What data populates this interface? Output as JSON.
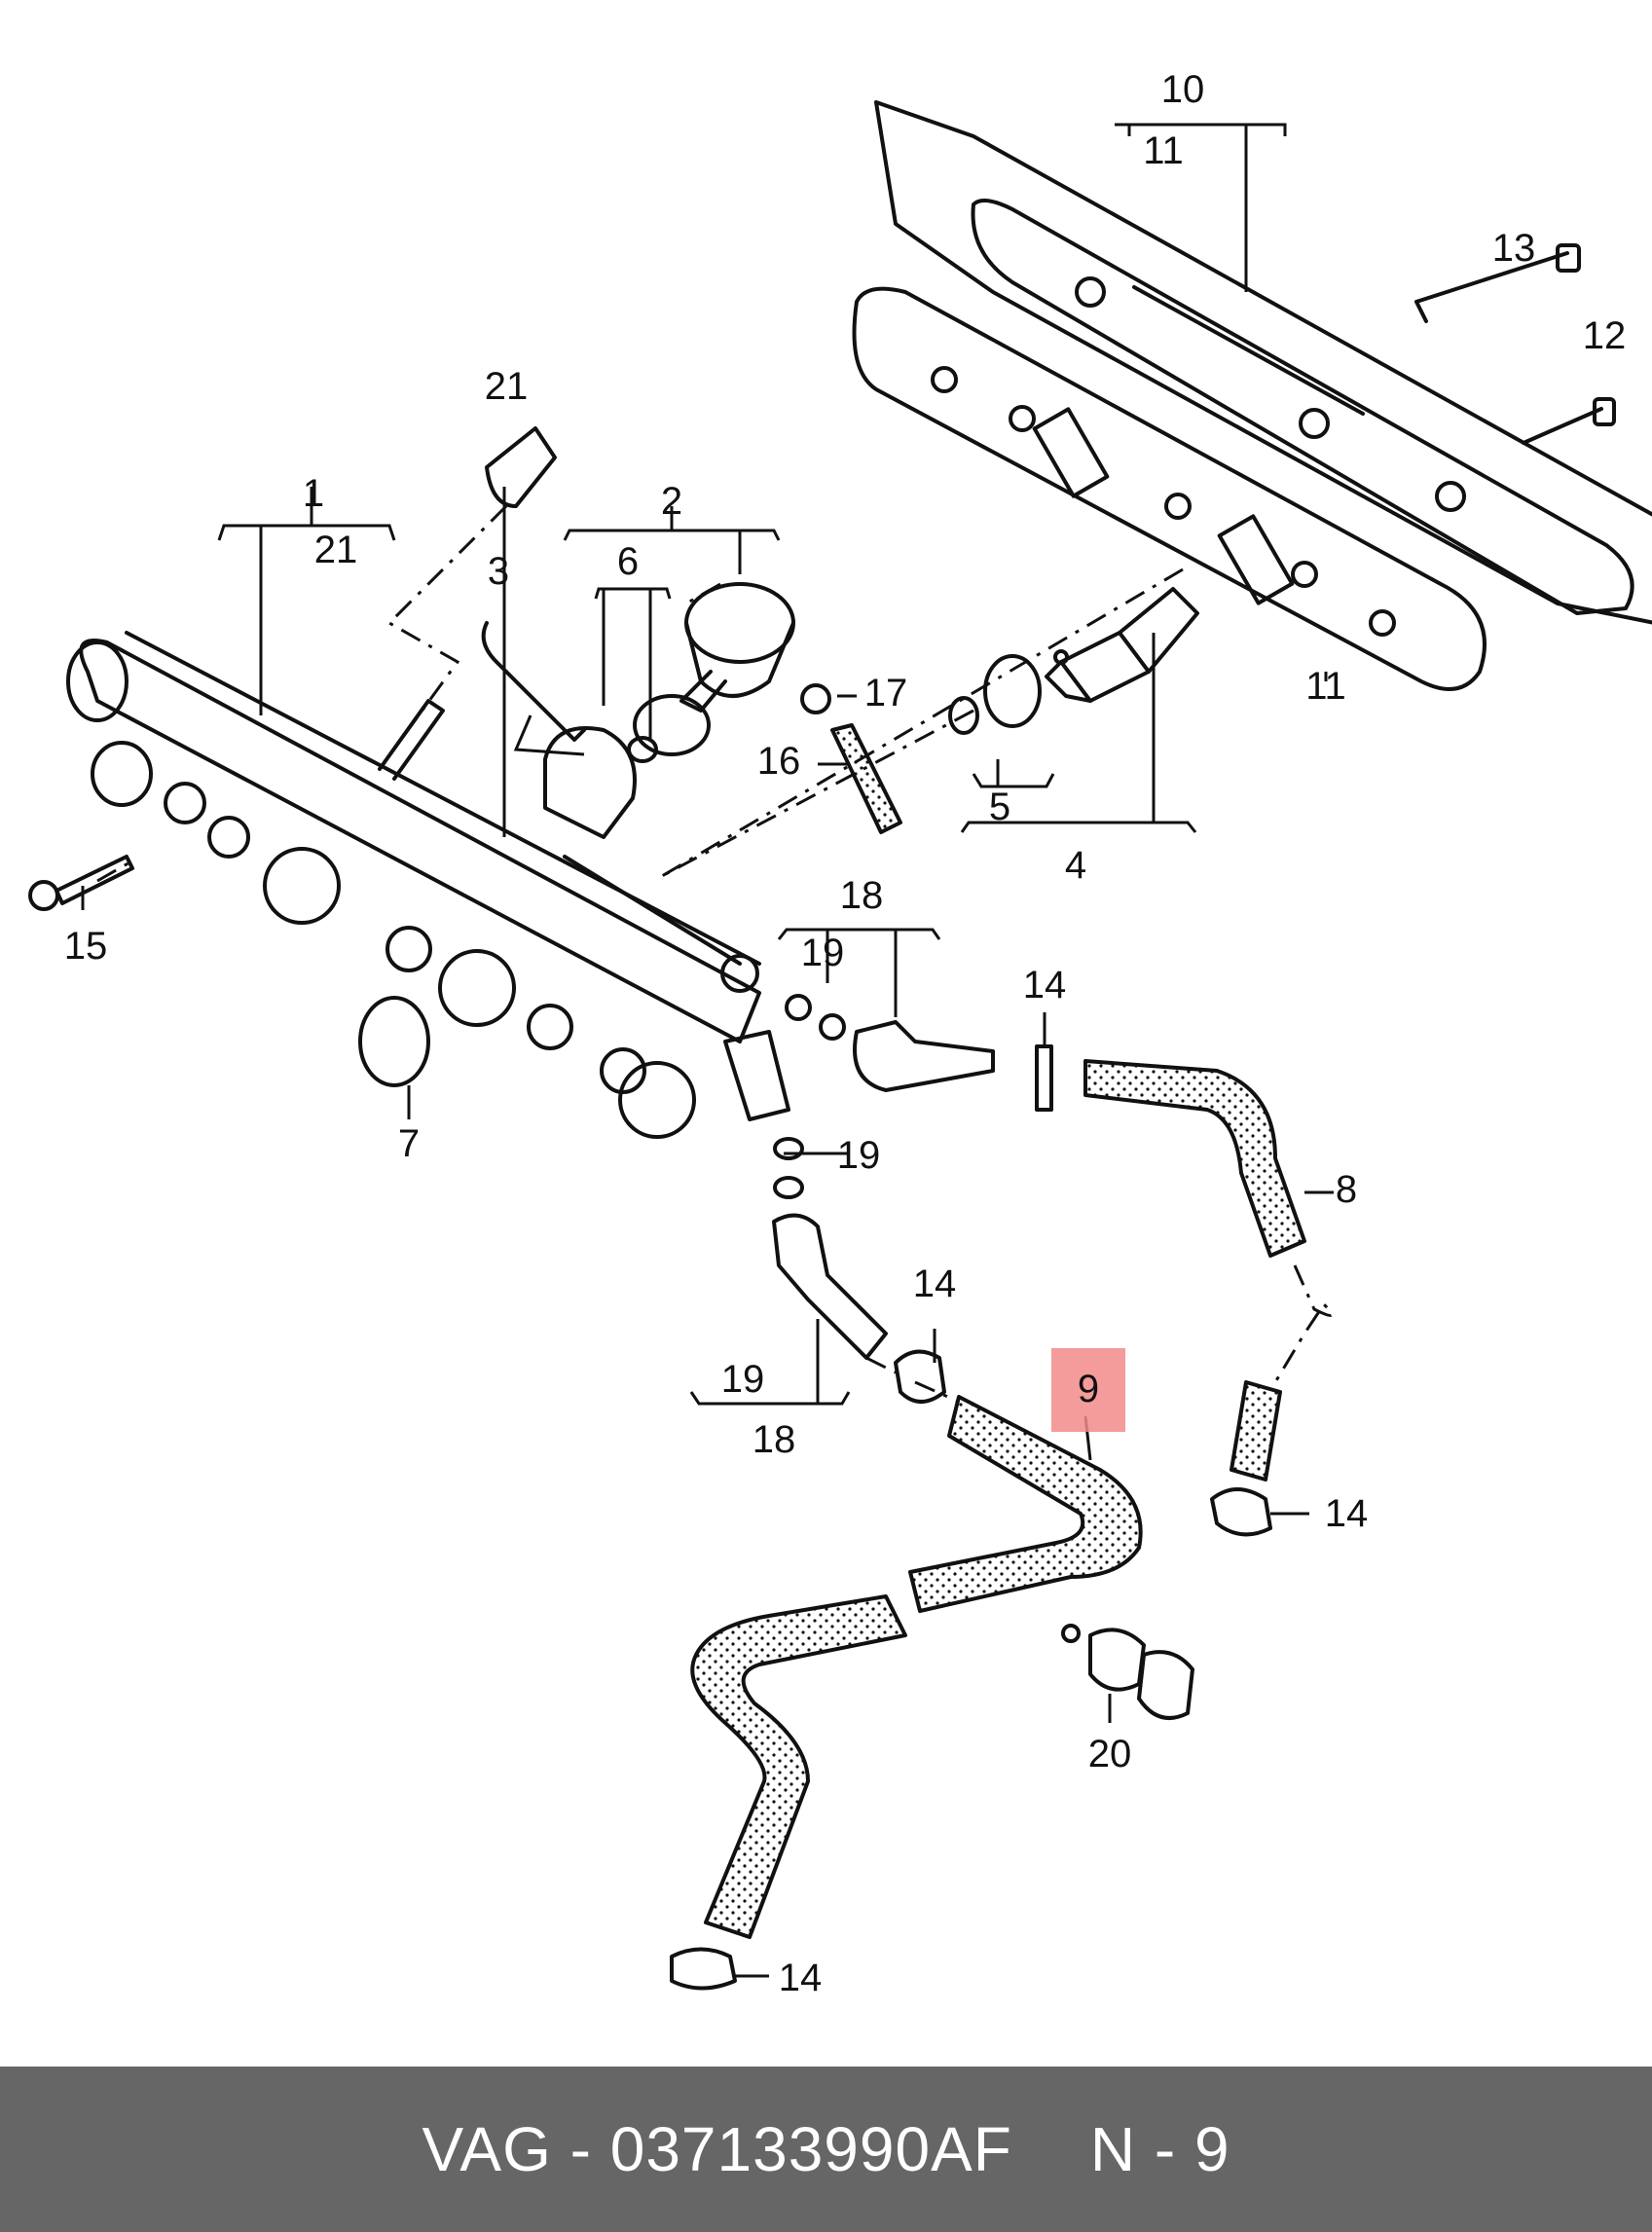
{
  "callouts": {
    "c1": "1",
    "c21a": "21",
    "c21b": "21",
    "c2": "2",
    "c3": "3",
    "c6": "6",
    "c17": "17",
    "c16": "16",
    "c5": "5",
    "c4": "4",
    "c10": "10",
    "c11a": "11",
    "c11b": "11",
    "c13": "13",
    "c12": "12",
    "c15": "15",
    "c7": "7",
    "c18a": "18",
    "c19a": "19",
    "c14a": "14",
    "c8": "8",
    "c19b": "19",
    "c14b": "14",
    "c19c": "19",
    "c18b": "18",
    "c9": "9",
    "c14c": "14",
    "c20": "20",
    "c14d": "14"
  },
  "highlight_color": "#f28a8a",
  "footer": {
    "brand": "VAG",
    "separator": "-",
    "part_number": "037133990AF",
    "position_prefix": "N",
    "position_separator": "-",
    "position_number": "9"
  }
}
